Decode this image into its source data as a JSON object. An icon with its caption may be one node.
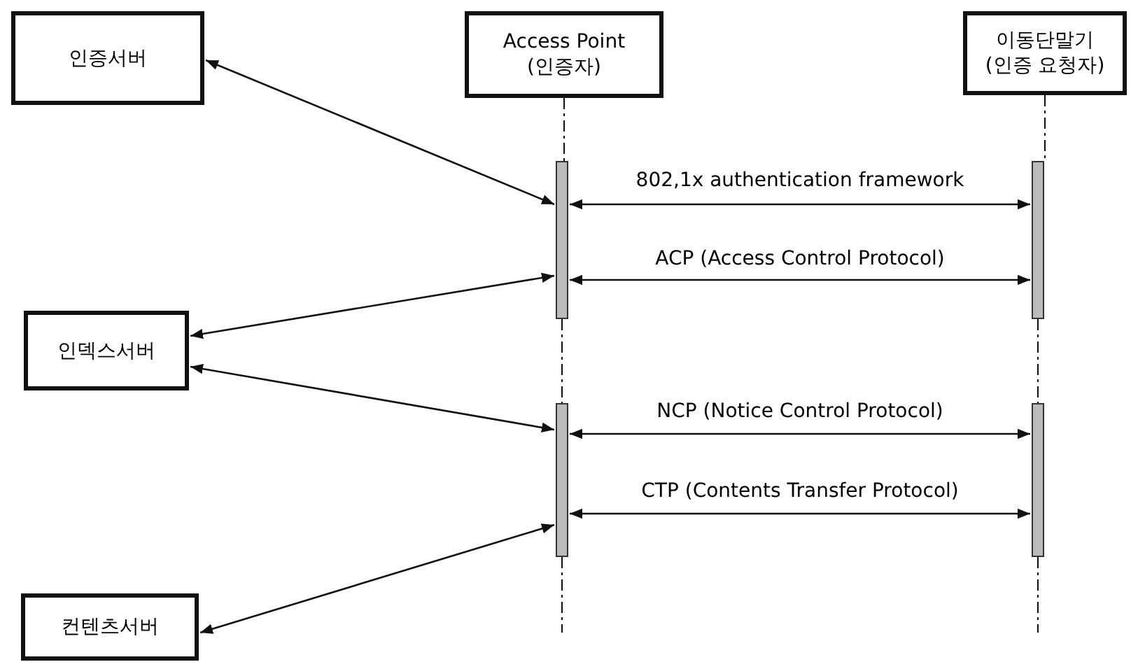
{
  "diagram": {
    "nodes": [
      {
        "text": [
          "인증서버"
        ]
      },
      {
        "text": [
          "Access Point (인증자)"
        ]
      },
      {
        "text": [
          "이동단말기 (인증 요청자)"
        ]
      },
      {
        "text": [],
        "shape": "bar"
      },
      {
        "text": [],
        "shape": "bar"
      },
      {
        "text": [
          "인덱스서버"
        ]
      },
      {
        "text": [],
        "shape": "bar"
      },
      {
        "text": [],
        "shape": "bar"
      },
      {
        "text": [
          "컨텐츠서버"
        ]
      }
    ],
    "edges": [
      {
        "from": 1,
        "to": 3,
        "arrow": "none",
        "style": "dashed"
      },
      {
        "from": 3,
        "to": 6,
        "arrow": "none",
        "style": "dashed"
      },
      {
        "from": 6,
        "to": null,
        "arrow": "none",
        "style": "dashed"
      },
      {
        "from": 2,
        "to": 4,
        "arrow": "none",
        "style": "dashed"
      },
      {
        "from": 4,
        "to": 7,
        "arrow": "none",
        "style": "dashed"
      },
      {
        "from": 7,
        "to": null,
        "arrow": "none",
        "style": "dashed"
      },
      {
        "from": 0,
        "to": 3,
        "arrow": "both"
      },
      {
        "from": 3,
        "to": 4,
        "arrow": "both",
        "label": "802,1x authentication framework"
      },
      {
        "from": 3,
        "to": 4,
        "arrow": "both",
        "label": "ACP (Access Control Protocol)"
      },
      {
        "from": 3,
        "to": 5,
        "arrow": "both"
      },
      {
        "from": 5,
        "to": 6,
        "arrow": "both"
      },
      {
        "from": 6,
        "to": 7,
        "arrow": "both",
        "label": "NCP (Notice Control Protocol)"
      },
      {
        "from": 6,
        "to": 7,
        "arrow": "both",
        "label": "CTP (Contents Transfer Protocol)"
      },
      {
        "from": 6,
        "to": 8,
        "arrow": "both"
      }
    ]
  }
}
